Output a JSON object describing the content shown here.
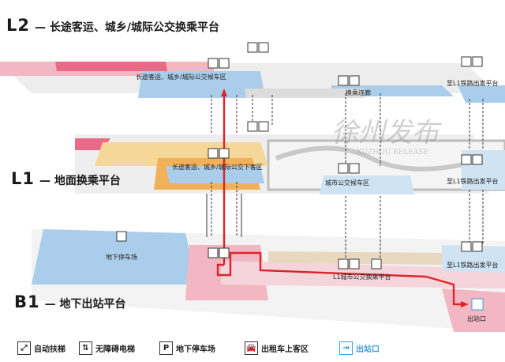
{
  "levels": {
    "l2": {
      "code": "L2",
      "desc": "— 长途客运、城乡/城际公交换乘平台"
    },
    "l1": {
      "code": "L1",
      "desc": "— 地面换乘平台"
    },
    "b1": {
      "code": "B1",
      "desc": "— 地下出站平台"
    }
  },
  "labels": {
    "l2_bus": "长途客运、城乡/城际公交候车区",
    "transfer_corridor": "换乘连廊",
    "l2_rail": "至L1铁路出发平台",
    "l1_bus": "长途客运、城乡/城际公交下客区",
    "l1_city_bus": "城市公交候车区",
    "l1_rail": "至L1铁路出发平台",
    "parking": "地下停车场",
    "b1_rail": "至L1铁路出发平台",
    "b1_city_bus": "L1城市公交换乘平台",
    "exit": "出站口"
  },
  "watermark": {
    "cn": "徐州发布",
    "en": "XUZHOU RELEASE"
  },
  "legend": [
    {
      "icon": "escalator-icon",
      "glyph": "⤢",
      "label": "自动扶梯"
    },
    {
      "icon": "elevator-icon",
      "glyph": "⇅",
      "label": "无障碍电梯"
    },
    {
      "icon": "parking-icon",
      "glyph": "P",
      "label": "地下停车场"
    },
    {
      "icon": "taxi-icon",
      "glyph": "🚘",
      "label": "出租车上客区"
    },
    {
      "icon": "exit-icon",
      "glyph": "⇥",
      "label": "出站口"
    }
  ],
  "colors": {
    "route": "#d8262a",
    "pink": "#f3b7c4",
    "blue": "#a9cdea",
    "yellow": "#f6d79a",
    "orange": "#f1b15a",
    "magenta": "#e86a86",
    "grey": "#e7e7e7",
    "exit_blue": "#3aa0d8"
  }
}
